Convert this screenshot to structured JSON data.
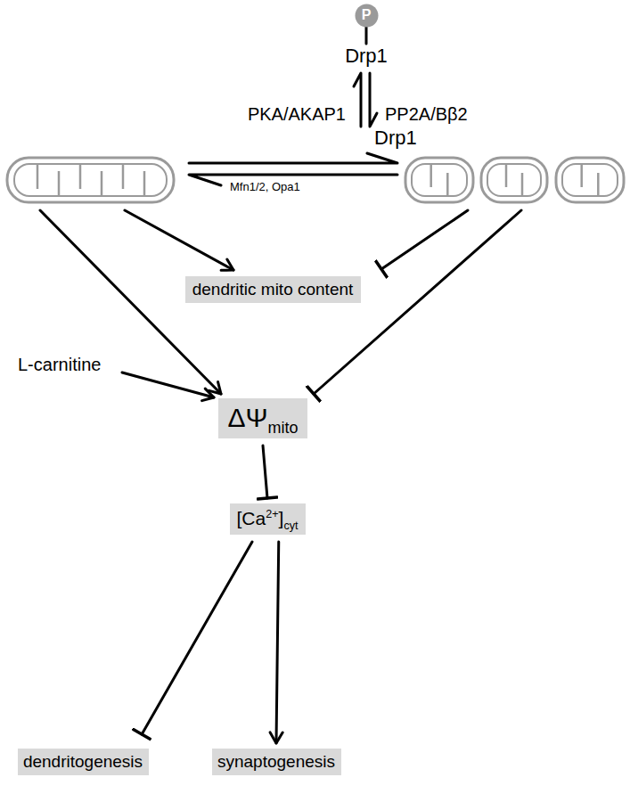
{
  "diagram": {
    "nodes": [
      {
        "text": [
          "P"
        ]
      },
      {
        "text": [
          "dendritic mito content"
        ]
      },
      {
        "text": [
          "ΔΨmito"
        ]
      },
      {
        "text": [
          "[Ca2+]cyt"
        ]
      },
      {
        "text": [
          "dendritogenesis"
        ]
      },
      {
        "text": [
          "synaptogenesis"
        ]
      }
    ],
    "edges": [
      {
        "from": 2,
        "to": 3,
        "arrow": "to"
      },
      {
        "from": 3,
        "to": 4,
        "arrow": "to"
      },
      {
        "from": 3,
        "to": 5,
        "arrow": "to"
      }
    ],
    "labels": [
      "Drp1",
      "PKA/AKAP1",
      "PP2A/Bβ2",
      "Drp1",
      "Mfn1/2, Opa1",
      "L-carnitine"
    ]
  }
}
